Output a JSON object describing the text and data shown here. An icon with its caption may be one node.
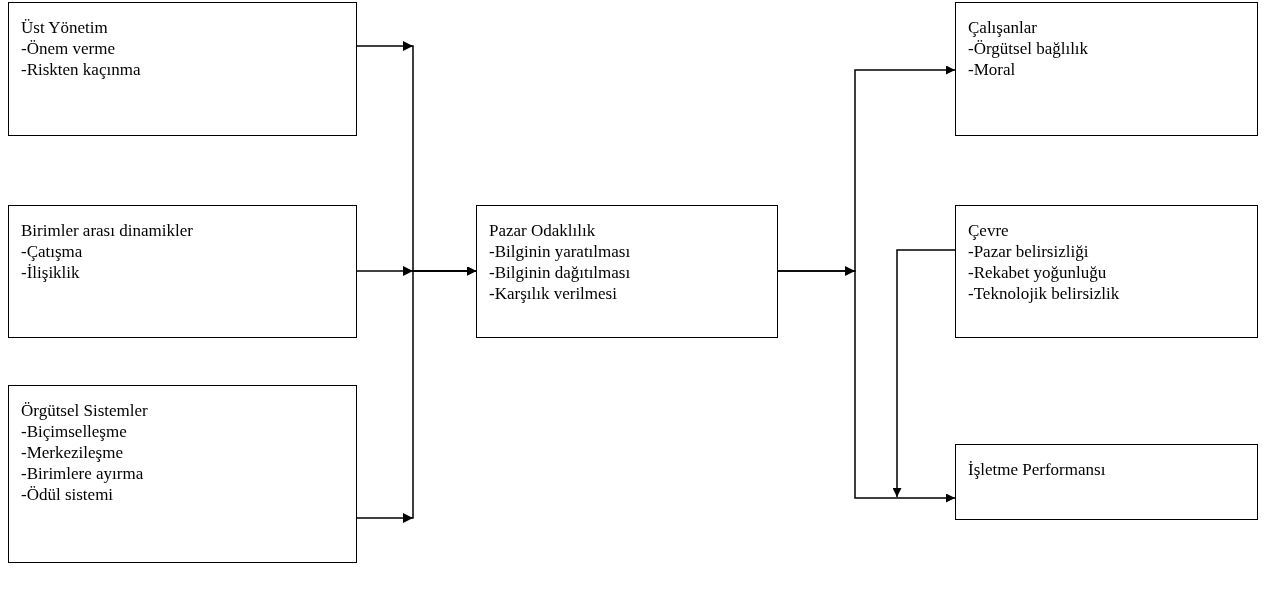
{
  "diagram": {
    "nodes": [
      {
        "text": [
          "Üst Yönetim",
          "-Önem verme",
          "-Riskten kaçınma"
        ]
      },
      {
        "text": [
          "Birimler arası dinamikler",
          "-Çatışma",
          "-İlişiklik"
        ]
      },
      {
        "text": [
          "Örgütsel Sistemler",
          "-Biçimselleşme",
          "-Merkezileşme",
          "-Birimlere ayırma",
          "-Ödül sistemi"
        ]
      },
      {
        "text": [
          "Pazar Odaklılık",
          "-Bilginin yaratılması",
          "-Bilginin dağıtılması",
          "-Karşılık verilmesi"
        ]
      },
      {
        "text": [
          "Çalışanlar",
          "-Örgütsel bağlılık",
          "-Moral"
        ]
      },
      {
        "text": [
          "Çevre",
          "-Pazar belirsizliği",
          "-Rekabet yoğunluğu",
          "-Teknolojik belirsizlik"
        ]
      },
      {
        "text": [
          "İşletme Performansı"
        ]
      }
    ],
    "edges": [
      {
        "from": 0,
        "to": 3,
        "arrow": "to"
      },
      {
        "from": 1,
        "to": 3,
        "arrow": "to"
      },
      {
        "from": 2,
        "to": 3,
        "arrow": "to"
      },
      {
        "from": 3,
        "to": 4,
        "arrow": "to"
      },
      {
        "from": 3,
        "to": 6,
        "arrow": "to"
      },
      {
        "from": 5,
        "to": null,
        "arrow": "to"
      }
    ]
  }
}
